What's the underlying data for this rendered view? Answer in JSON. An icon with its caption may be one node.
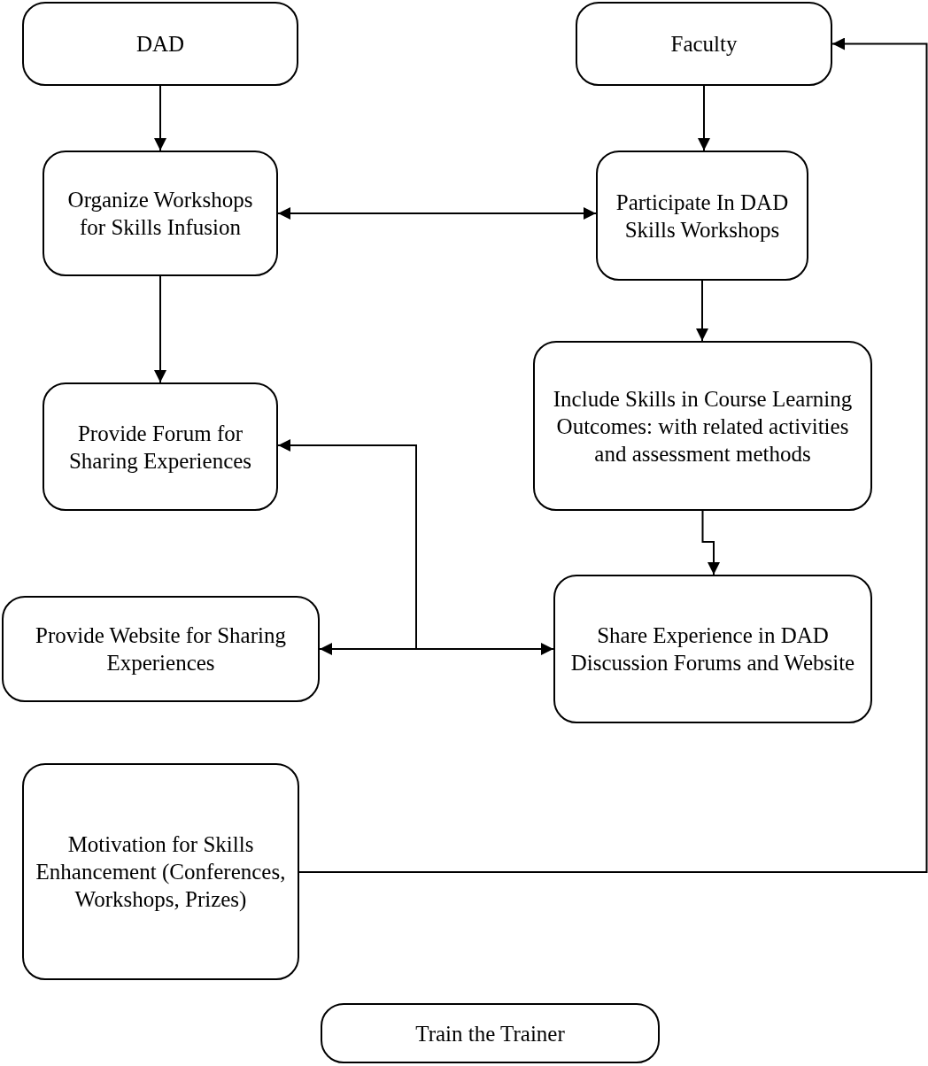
{
  "diagram": {
    "nodes": [
      {
        "text": [
          "DAD"
        ]
      },
      {
        "text": [
          "Faculty"
        ]
      },
      {
        "text": [
          "Organize Workshops for Skills Infusion"
        ]
      },
      {
        "text": [
          "Participate In DAD Skills Workshops"
        ]
      },
      {
        "text": [
          "Provide Forum for Sharing Experiences"
        ]
      },
      {
        "text": [
          "Include Skills in Course Learning Outcomes: with related activities and assessment methods"
        ]
      },
      {
        "text": [
          "Provide Website for Sharing Experiences"
        ]
      },
      {
        "text": [
          "Share Experience in DAD Discussion Forums and Website"
        ]
      },
      {
        "text": [
          "Motivation for Skills Enhancement (Conferences, Workshops, Prizes)"
        ]
      },
      {
        "text": [
          "Train the Trainer"
        ]
      }
    ],
    "edges": [
      {
        "from": 0,
        "to": 2,
        "arrow": "to"
      },
      {
        "from": 1,
        "to": 3,
        "arrow": "to"
      },
      {
        "from": 2,
        "to": 3,
        "arrow": "both"
      },
      {
        "from": 2,
        "to": 4,
        "arrow": "to"
      },
      {
        "from": 3,
        "to": 5,
        "arrow": "to"
      },
      {
        "from": 5,
        "to": 7,
        "arrow": "to"
      },
      {
        "from": 6,
        "to": 7,
        "arrow": "both"
      },
      {
        "from": 7,
        "to": 4,
        "arrow": "to"
      },
      {
        "from": 8,
        "to": 1,
        "arrow": "to"
      }
    ]
  }
}
